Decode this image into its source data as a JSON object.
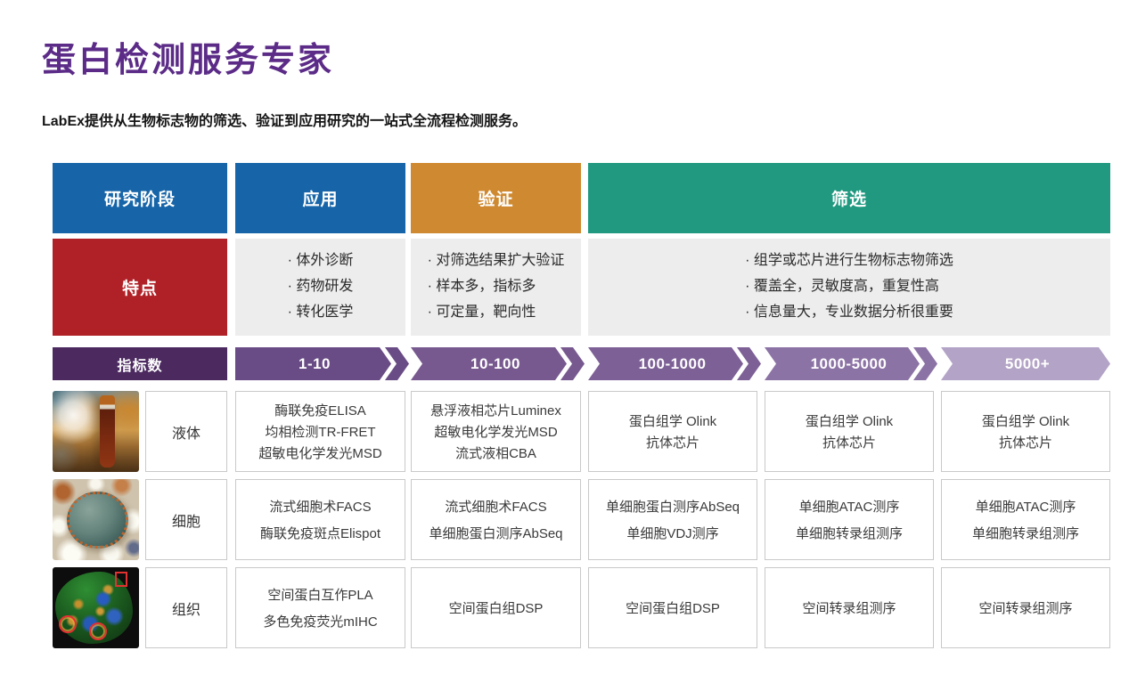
{
  "header": {
    "title": "蛋白检测服务专家",
    "subtitle": "LabEx提供从生物标志物的筛选、验证到应用研究的一站式全流程检测服务。"
  },
  "colors": {
    "title_purple": "#5B2B87",
    "stage_blue": "#1765A8",
    "stage_gold": "#CF8A31",
    "stage_teal": "#219980",
    "feature_red": "#B02127",
    "feature_gray": "#EDEDED",
    "metric_header_purple": "#4C2A60"
  },
  "stages": {
    "row_label": "研究阶段",
    "application": "应用",
    "validation": "验证",
    "screening": "筛选"
  },
  "features": {
    "row_label": "特点",
    "application": [
      "· 体外诊断",
      "· 药物研发",
      "· 转化医学"
    ],
    "validation": [
      "· 对筛选结果扩大验证",
      "· 样本多，指标多",
      "· 可定量，靶向性"
    ],
    "screening": [
      "· 组学或芯片进行生物标志物筛选",
      "· 覆盖全，灵敏度高，重复性高",
      "· 信息量大，专业数据分析很重要"
    ]
  },
  "metrics": {
    "row_label": "指标数",
    "segments": [
      {
        "label": "1-10",
        "color": "#694C85"
      },
      {
        "label": "10-100",
        "color": "#77598F"
      },
      {
        "label": "100-1000",
        "color": "#7D6096"
      },
      {
        "label": "1000-5000",
        "color": "#8C73A5"
      },
      {
        "label": "5000+",
        "color": "#B3A3C6"
      }
    ]
  },
  "samples": [
    {
      "type": "液体",
      "image": "blood-tube-photo",
      "cells": [
        [
          "酶联免疫ELISA",
          "均相检测TR-FRET",
          "超敏电化学发光MSD"
        ],
        [
          "悬浮液相芯片Luminex",
          "超敏电化学发光MSD",
          "流式液相CBA"
        ],
        [
          "蛋白组学 Olink",
          "抗体芯片"
        ],
        [
          "蛋白组学 Olink",
          "抗体芯片"
        ],
        [
          "蛋白组学 Olink",
          "抗体芯片"
        ]
      ]
    },
    {
      "type": "细胞",
      "image": "cell-micrograph",
      "cells": [
        [
          "流式细胞术FACS",
          "酶联免疫斑点Elispot"
        ],
        [
          "流式细胞术FACS",
          "单细胞蛋白测序AbSeq"
        ],
        [
          "单细胞蛋白测序AbSeq",
          "单细胞VDJ测序"
        ],
        [
          "单细胞ATAC测序",
          "单细胞转录组测序"
        ],
        [
          "单细胞ATAC测序",
          "单细胞转录组测序"
        ]
      ]
    },
    {
      "type": "组织",
      "image": "tissue-fluorescence-image",
      "cells": [
        [
          "空间蛋白互作PLA",
          "多色免疫荧光mIHC"
        ],
        [
          "空间蛋白组DSP"
        ],
        [
          "空间蛋白组DSP"
        ],
        [
          "空间转录组测序"
        ],
        [
          "空间转录组测序"
        ]
      ]
    }
  ]
}
